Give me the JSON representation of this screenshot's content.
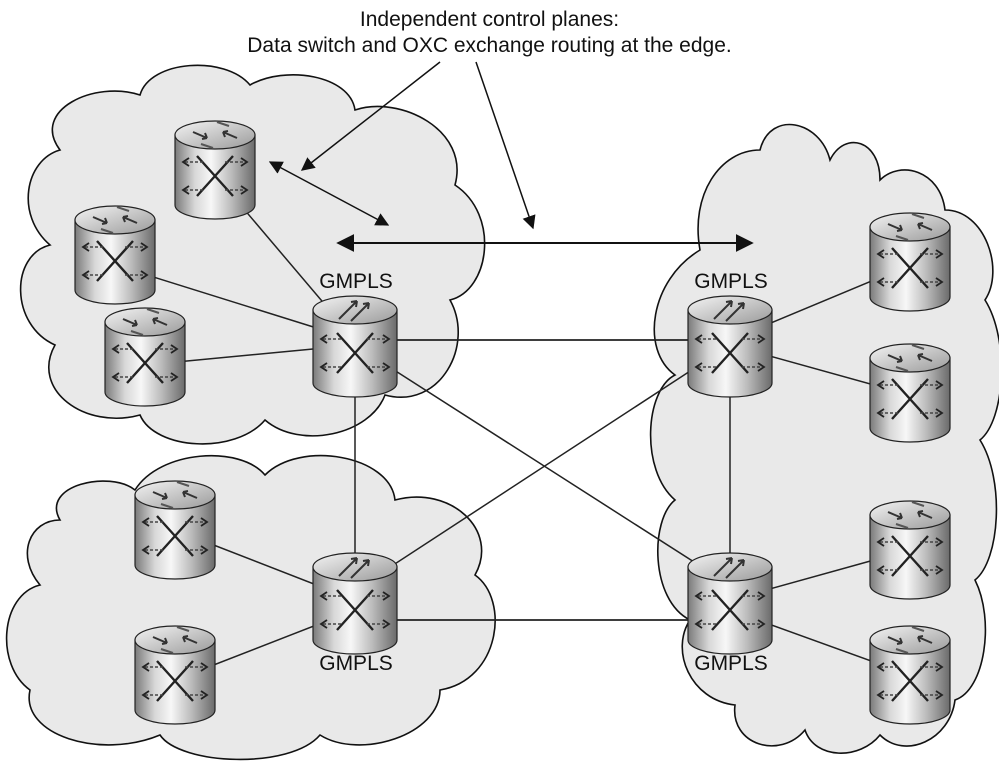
{
  "caption": {
    "line1": "Independent control planes:",
    "line2": "Data switch and OXC exchange routing at the edge."
  },
  "labels": {
    "gmpls_top_left": "GMPLS",
    "gmpls_top_right": "GMPLS",
    "gmpls_bottom_left": "GMPLS",
    "gmpls_bottom_right": "GMPLS"
  },
  "colors": {
    "cloud_fill": "#e9e9e9",
    "cloud_stroke": "#111111",
    "link": "#222222"
  },
  "icons": {
    "edge_device": "router-icon",
    "core_device": "gmpls-router-icon"
  }
}
